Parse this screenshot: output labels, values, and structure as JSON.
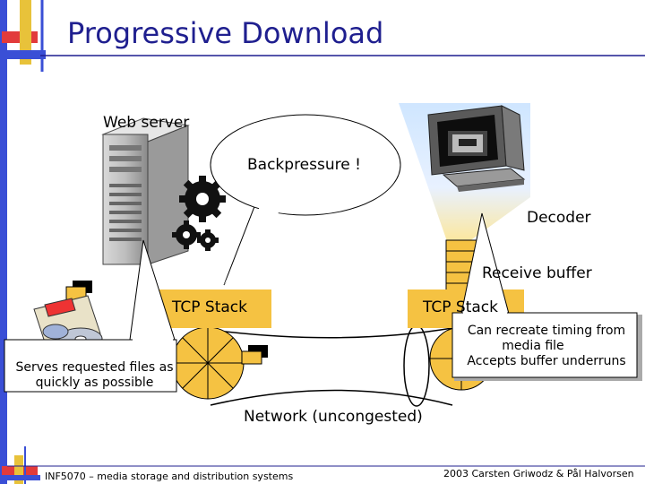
{
  "slide": {
    "title": "Progressive Download"
  },
  "diagram": {
    "web_server": "Web server",
    "backpressure": "Backpressure !",
    "decoder": "Decoder",
    "receive_buffer": "Receive buffer",
    "tcp_stack_left": "TCP Stack",
    "tcp_stack_right": "TCP Stack",
    "serves_line1": "Serves requested files as",
    "serves_line2": "quickly as possible",
    "client_line1": "Can recreate timing from",
    "client_line2": "media file",
    "client_line3": "Accepts buffer underruns",
    "network": "Network (uncongested)"
  },
  "footer": {
    "course": "INF5070 – media storage and distribution systems",
    "copyright": "2003  Carsten Griwodz & Pål Halvorsen"
  },
  "colors": {
    "title": "#1f1f8f",
    "wedge": "#f5c242",
    "beam": "#fde79a",
    "sidebar_red": "#e23b3b",
    "sidebar_blue": "#3a4fd6"
  }
}
